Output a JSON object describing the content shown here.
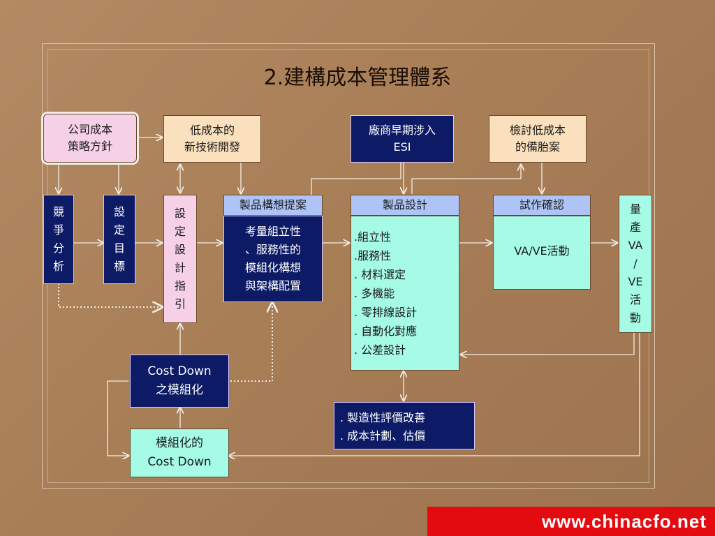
{
  "title": "2.建構成本管理體系",
  "boxes": {
    "company_policy": [
      "公司成本",
      "策略方針"
    ],
    "low_cost_tech": [
      "低成本的",
      "新技術開發"
    ],
    "vendor_esi": [
      "廠商早期涉入",
      "ESI"
    ],
    "review_backup": [
      "檢討低成本",
      "的備胎案"
    ],
    "competition": [
      "競",
      "爭",
      "分",
      "析"
    ],
    "set_target": [
      "設",
      "定",
      "目",
      "標"
    ],
    "design_guide": [
      "設",
      "定",
      "設",
      "計",
      "指",
      "引"
    ],
    "concept_header": "製品構想提案",
    "concept_body": [
      "考量組立性",
      "、服務性的",
      "模組化構想",
      "與架構配置"
    ],
    "product_design_header": "製品設計",
    "product_design_items": [
      ".組立性",
      ".服務性",
      ". 材料選定",
      ". 多機能",
      ". 零排線設計",
      ". 自動化對應",
      ". 公差設計"
    ],
    "trial_header": "試作確認",
    "trial_body": "VA/VE活動",
    "mass_production": [
      "量",
      "產",
      "VA",
      "/",
      "VE",
      "活",
      "動"
    ],
    "cost_down_modular": [
      "Cost Down",
      "之模組化"
    ],
    "modular_cost_down": [
      "模組化的",
      "Cost Down"
    ],
    "manufacturability": [
      ". 製造性評價改善",
      ". 成本計劃、估價"
    ]
  },
  "footer": "www.chinacfo.net",
  "colors": {
    "pink": "#f6d0e6",
    "peach": "#fbe0bd",
    "navy": "#0d1a66",
    "aqua": "#a6fbe6",
    "header_blue": "#aec4f6",
    "footer_red": "#e30b10"
  }
}
